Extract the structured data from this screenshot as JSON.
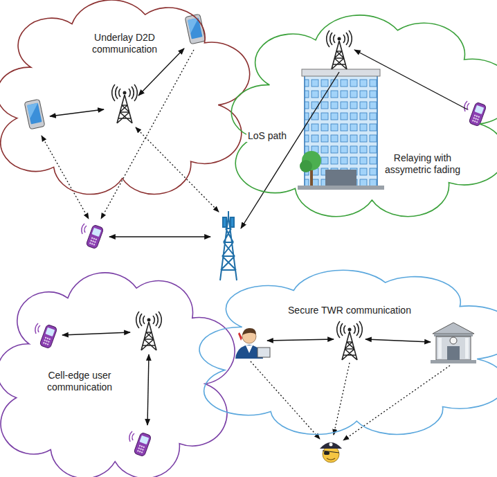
{
  "diagram": {
    "nodes": [
      {
        "text": [
          "Underlay D2D communication"
        ]
      },
      {
        "text": [
          "Relaying with assymetric fading"
        ]
      },
      {
        "text": [
          "Cell-edge user communication"
        ]
      },
      {
        "text": [
          "Secure TWR communication"
        ]
      }
    ],
    "labels": [
      "LoS path"
    ]
  }
}
